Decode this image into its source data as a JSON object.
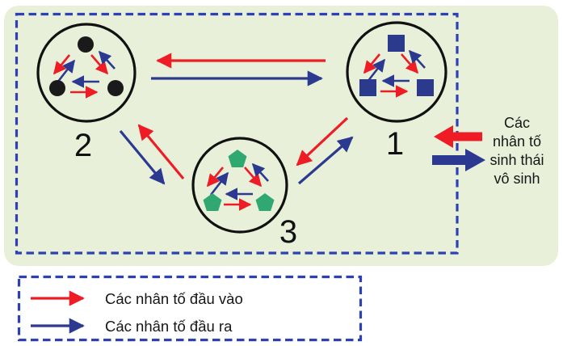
{
  "diagram": {
    "description": "Ecology diagram of three communities exchanging biotic/abiotic factors",
    "circles": [
      {
        "label": "1",
        "shape": "square"
      },
      {
        "label": "2",
        "shape": "dot"
      },
      {
        "label": "3",
        "shape": "pentagon"
      }
    ],
    "side_note": {
      "lines": [
        "Các",
        "nhân tố",
        "sinh thái",
        "vô sinh"
      ]
    },
    "legend": {
      "items": [
        {
          "label": "Các nhân tố đầu vào",
          "color": "#ee1c25"
        },
        {
          "label": "Các nhân tố đầu ra",
          "color": "#2b3991"
        }
      ]
    },
    "colors": {
      "input_arrow_red": "#ee1c25",
      "output_arrow_blue": "#2b3991",
      "panel_background": "#e9f0da",
      "dashed_border_blue": "#2d41b5",
      "square_fill": "#2b3a8c",
      "dot_fill": "#1a1a1a",
      "pentagon_fill": "#2fa871",
      "circle_outline": "#111111"
    }
  }
}
